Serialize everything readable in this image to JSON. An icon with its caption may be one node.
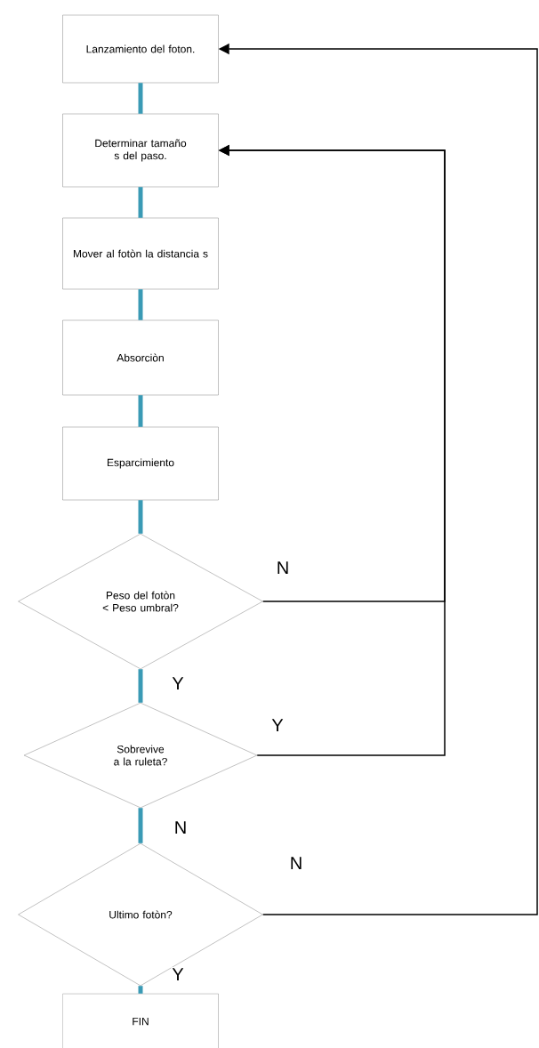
{
  "diagram": {
    "nodes": [
      {
        "text": [
          "Lanzamiento del foton."
        ]
      },
      {
        "text": [
          "Determinar tamaño s del paso."
        ]
      },
      {
        "text": [
          "Mover al fotòn la distancia s"
        ]
      },
      {
        "text": [
          "Absorciòn"
        ]
      },
      {
        "text": [
          "Esparcimiento"
        ]
      },
      {
        "text": [
          "Peso del fotòn < Peso umbral?"
        ]
      },
      {
        "text": [
          "Sobrevive a la ruleta?"
        ]
      },
      {
        "text": [
          "Ultimo fotòn?"
        ]
      },
      {
        "text": [
          "FIN"
        ]
      }
    ],
    "edges": [
      {
        "from": 0,
        "to": 1,
        "arrow": "none"
      },
      {
        "from": 1,
        "to": 2,
        "arrow": "none"
      },
      {
        "from": 2,
        "to": 3,
        "arrow": "none"
      },
      {
        "from": 3,
        "to": 4,
        "arrow": "none"
      },
      {
        "from": 4,
        "to": 5,
        "arrow": "none"
      },
      {
        "from": 5,
        "to": 6,
        "arrow": "none",
        "label": "Y"
      },
      {
        "from": 6,
        "to": 7,
        "arrow": "none",
        "label": "N"
      },
      {
        "from": 7,
        "to": 8,
        "arrow": "none",
        "label": "Y"
      },
      {
        "from": 5,
        "to": 1,
        "arrow": "to",
        "label": "N",
        "color": "#000000"
      },
      {
        "from": 6,
        "to": 1,
        "arrow": "to",
        "label": "Y",
        "color": "#000000"
      },
      {
        "from": 7,
        "to": 0,
        "arrow": "to",
        "label": "N",
        "color": "#000000"
      }
    ]
  }
}
